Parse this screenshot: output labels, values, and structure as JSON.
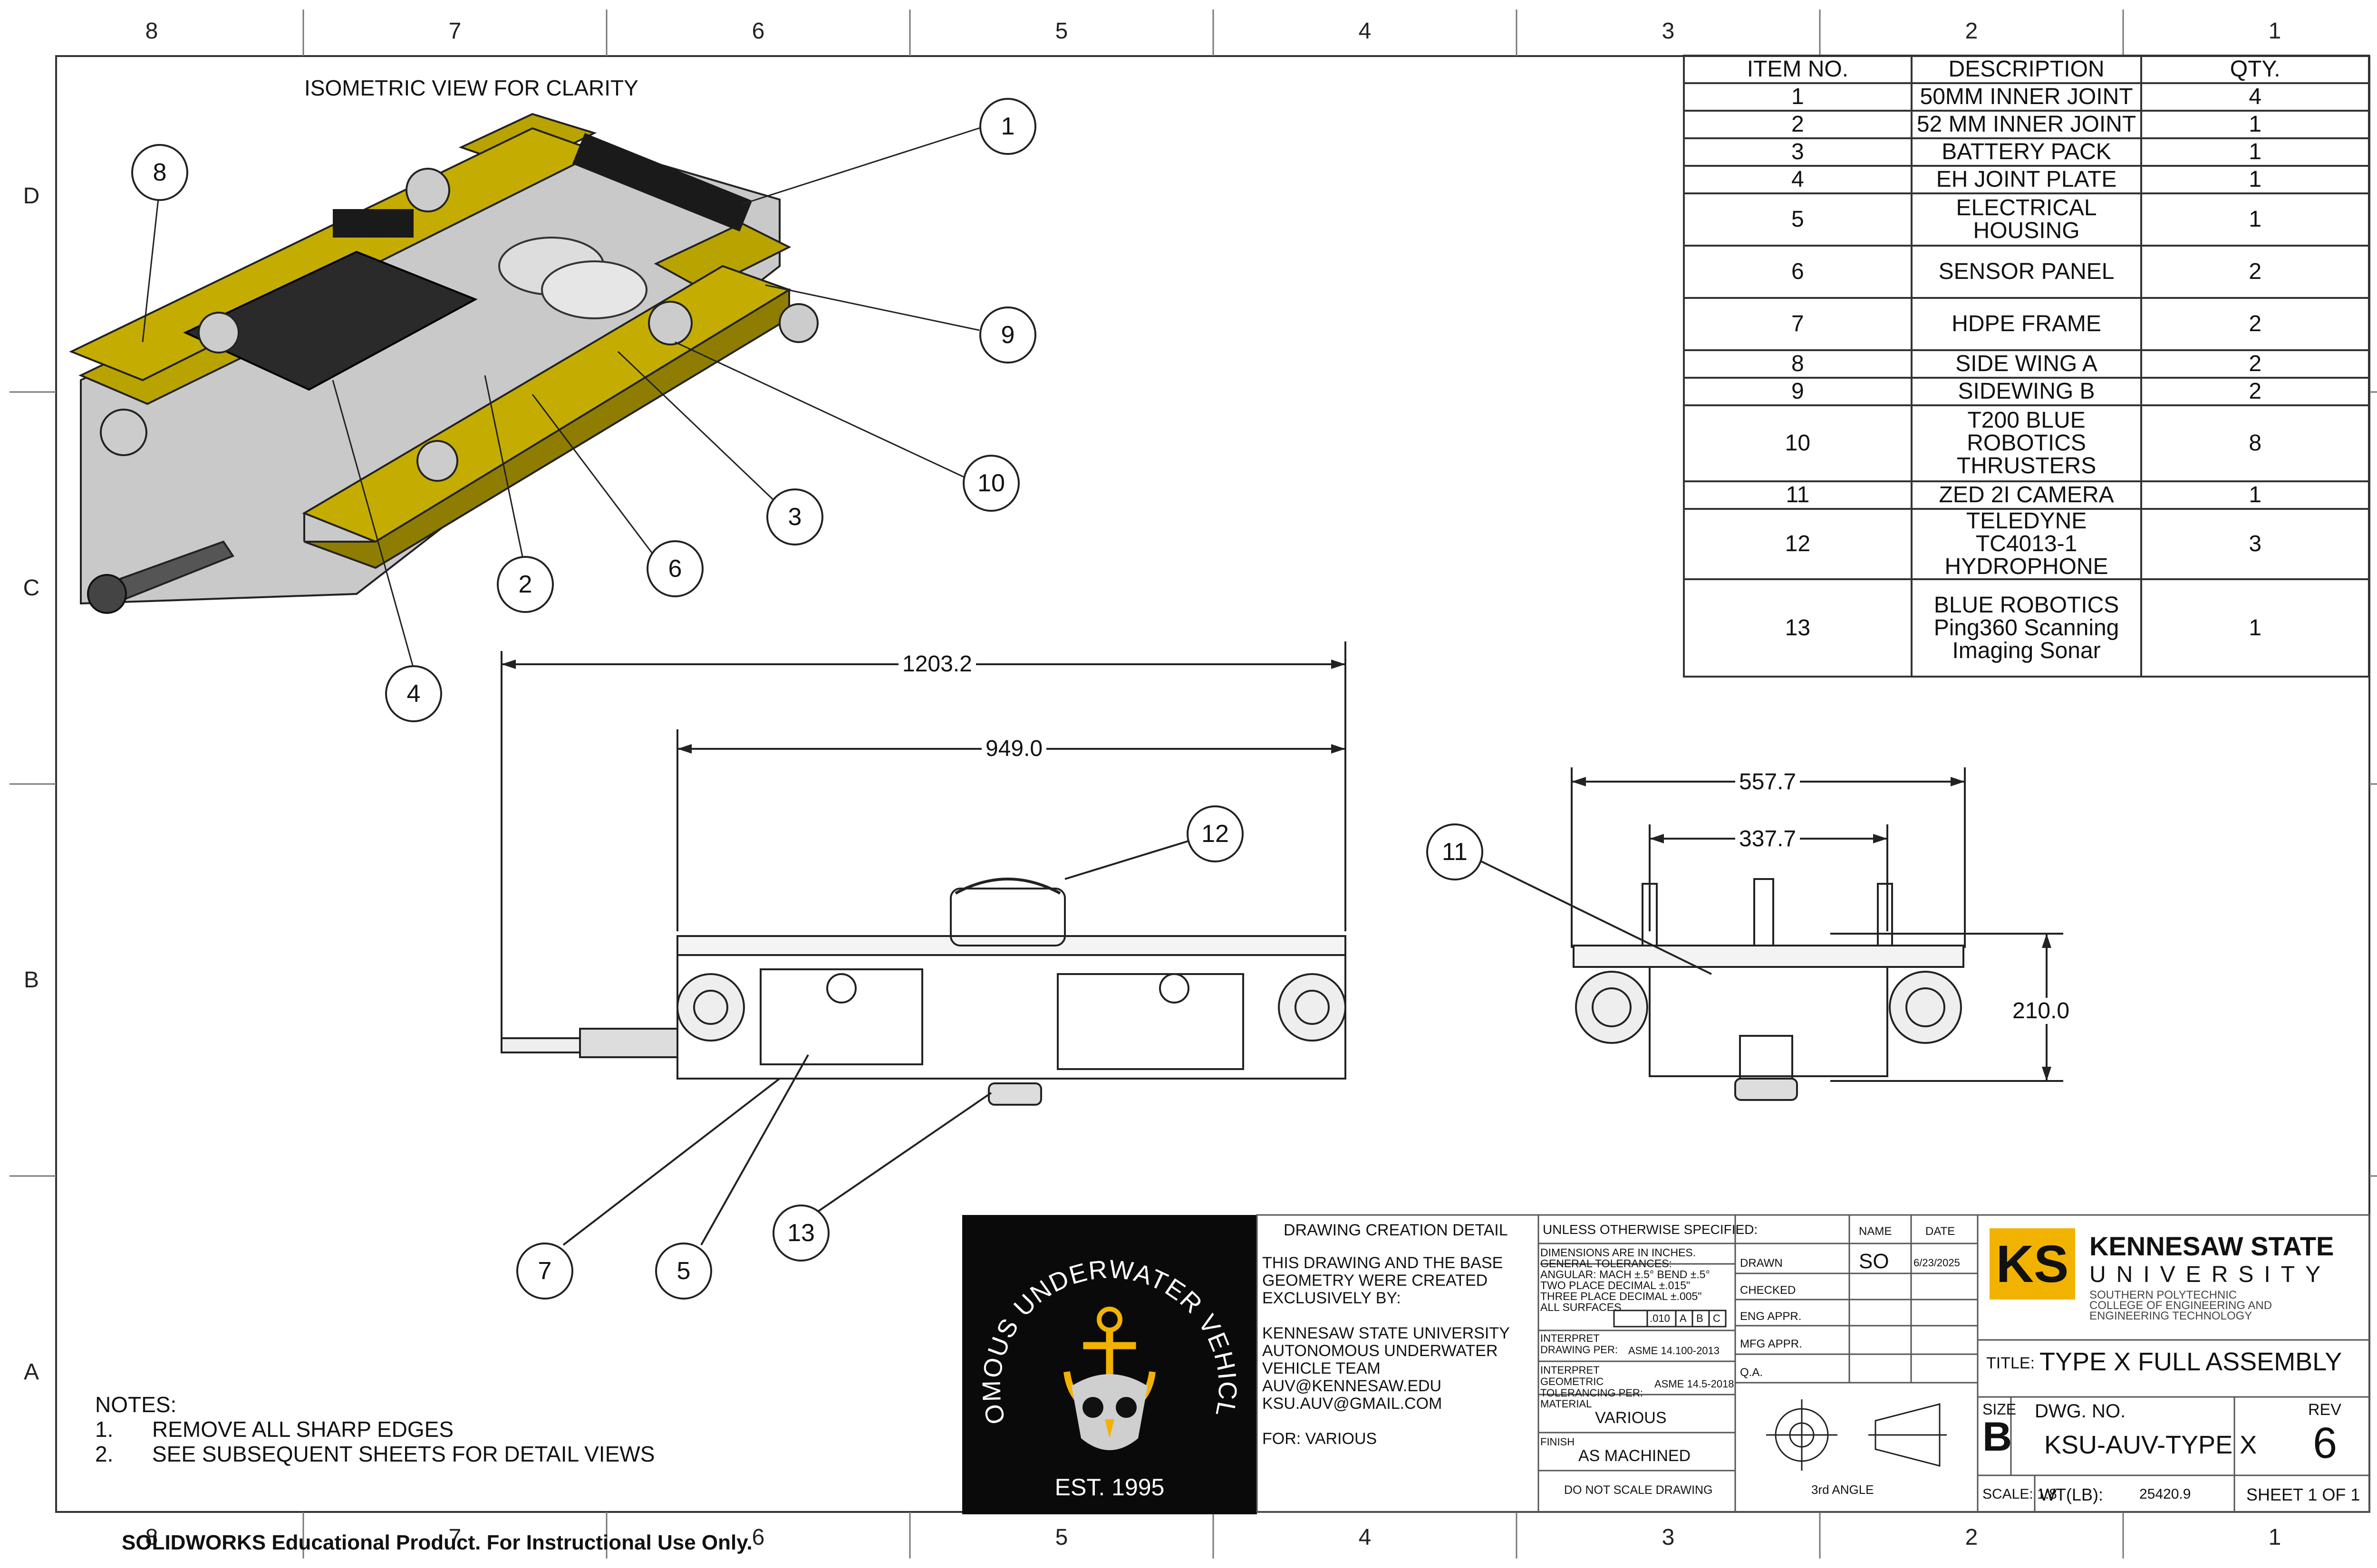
{
  "zones": {
    "columns": [
      "8",
      "7",
      "6",
      "5",
      "4",
      "3",
      "2",
      "1"
    ],
    "rows": [
      "D",
      "C",
      "B",
      "A"
    ]
  },
  "view_title": "ISOMETRIC VIEW FOR CLARITY",
  "bom": {
    "headers": [
      "ITEM NO.",
      "DESCRIPTION",
      "QTY."
    ],
    "rows": [
      {
        "item": "1",
        "desc": "50MM INNER JOINT",
        "qty": "4"
      },
      {
        "item": "2",
        "desc": "52 MM INNER JOINT",
        "qty": "1"
      },
      {
        "item": "3",
        "desc": "BATTERY PACK",
        "qty": "1"
      },
      {
        "item": "4",
        "desc": "EH JOINT PLATE",
        "qty": "1"
      },
      {
        "item": "5",
        "desc": "ELECTRICAL HOUSING",
        "qty": "1"
      },
      {
        "item": "6",
        "desc": "SENSOR PANEL",
        "qty": "2"
      },
      {
        "item": "7",
        "desc": "HDPE FRAME",
        "qty": "2"
      },
      {
        "item": "8",
        "desc": "SIDE WING A",
        "qty": "2"
      },
      {
        "item": "9",
        "desc": "SIDEWING B",
        "qty": "2"
      },
      {
        "item": "10",
        "desc": "T200 BLUE ROBOTICS THRUSTERS",
        "qty": "8"
      },
      {
        "item": "11",
        "desc": "ZED 2I CAMERA",
        "qty": "1"
      },
      {
        "item": "12",
        "desc": "TELEDYNE TC4013-1 HYDROPHONE",
        "qty": "3"
      },
      {
        "item": "13",
        "desc": "BLUE ROBOTICS Ping360 Scanning Imaging Sonar",
        "qty": "1"
      }
    ]
  },
  "balloons": [
    "1",
    "2",
    "3",
    "4",
    "5",
    "6",
    "7",
    "8",
    "9",
    "10",
    "11",
    "12",
    "13"
  ],
  "dimensions": {
    "overall_length": "1203.2",
    "frame_length": "949.0",
    "overall_width": "557.7",
    "inner_width": "337.7",
    "height": "210.0"
  },
  "notes": {
    "heading": "NOTES:",
    "items": [
      {
        "num": "1.",
        "text": "REMOVE ALL SHARP EDGES"
      },
      {
        "num": "2.",
        "text": "SEE SUBSEQUENT SHEETS FOR DETAIL VIEWS"
      }
    ]
  },
  "logo": {
    "arc_text": "AUTONOMOUS UNDERWATER VEHICLE TEAM",
    "est": "EST. 1995"
  },
  "creation": {
    "heading": "DRAWING CREATION DETAIL",
    "lines": [
      "THIS DRAWING AND THE BASE",
      "GEOMETRY WERE CREATED",
      "EXCLUSIVELY BY:",
      "",
      "KENNESAW STATE UNIVERSITY",
      "AUTONOMOUS UNDERWATER",
      "VEHICLE TEAM",
      "AUV@KENNESAW.EDU",
      "KSU.AUV@GMAIL.COM",
      "",
      "FOR: VARIOUS"
    ]
  },
  "tolerances": {
    "heading": "UNLESS OTHERWISE SPECIFIED:",
    "lines": [
      "DIMENSIONS ARE IN INCHES.",
      "GENERAL TOLERANCES:",
      "ANGULAR: MACH ±.5°  BEND ±.5°",
      "TWO PLACE DECIMAL    ±.015\"",
      "THREE PLACE DECIMAL  ±.005\"",
      "ALL SURFACES"
    ],
    "surface_value": ".010",
    "datums": [
      "A",
      "B",
      "C"
    ],
    "interpret_drawing_label": "INTERPRET DRAWING PER:",
    "interpret_drawing_value": "ASME 14.100-2013",
    "interpret_geo_label": "INTERPRET GEOMETRIC TOLERANCING PER:",
    "interpret_geo_value": "ASME 14.5-2018",
    "material_label": "MATERIAL",
    "material_value": "VARIOUS",
    "finish_label": "FINISH",
    "finish_value": "AS MACHINED",
    "no_scale": "DO NOT SCALE DRAWING"
  },
  "approvals": {
    "name_header": "NAME",
    "date_header": "DATE",
    "rows": [
      {
        "label": "DRAWN",
        "name": "SO",
        "date": "6/23/2025"
      },
      {
        "label": "CHECKED",
        "name": "",
        "date": ""
      },
      {
        "label": "ENG APPR.",
        "name": "",
        "date": ""
      },
      {
        "label": "MFG APPR.",
        "name": "",
        "date": ""
      },
      {
        "label": "Q.A.",
        "name": "",
        "date": ""
      }
    ],
    "angle": "3rd ANGLE"
  },
  "university": {
    "name": "KENNESAW STATE",
    "sub": "UNIVERSITY",
    "lines": [
      "SOUTHERN POLYTECHNIC",
      "COLLEGE OF ENGINEERING AND",
      "ENGINEERING TECHNOLOGY"
    ],
    "colors": {
      "gold": "#f2b300",
      "black": "#111111"
    }
  },
  "title_block": {
    "title_label": "TITLE:",
    "title": "TYPE X FULL ASSEMBLY",
    "size_label": "SIZE",
    "size": "B",
    "dwg_label": "DWG.  NO.",
    "dwg_no": "KSU-AUV-TYPE X",
    "rev_label": "REV",
    "rev": "6",
    "scale": "SCALE: 1:8",
    "weight_label": "WT(LB):",
    "weight": "25420.9",
    "sheet": "SHEET 1 OF 1"
  },
  "footer": "SOLIDWORKS Educational Product. For Instructional Use Only."
}
